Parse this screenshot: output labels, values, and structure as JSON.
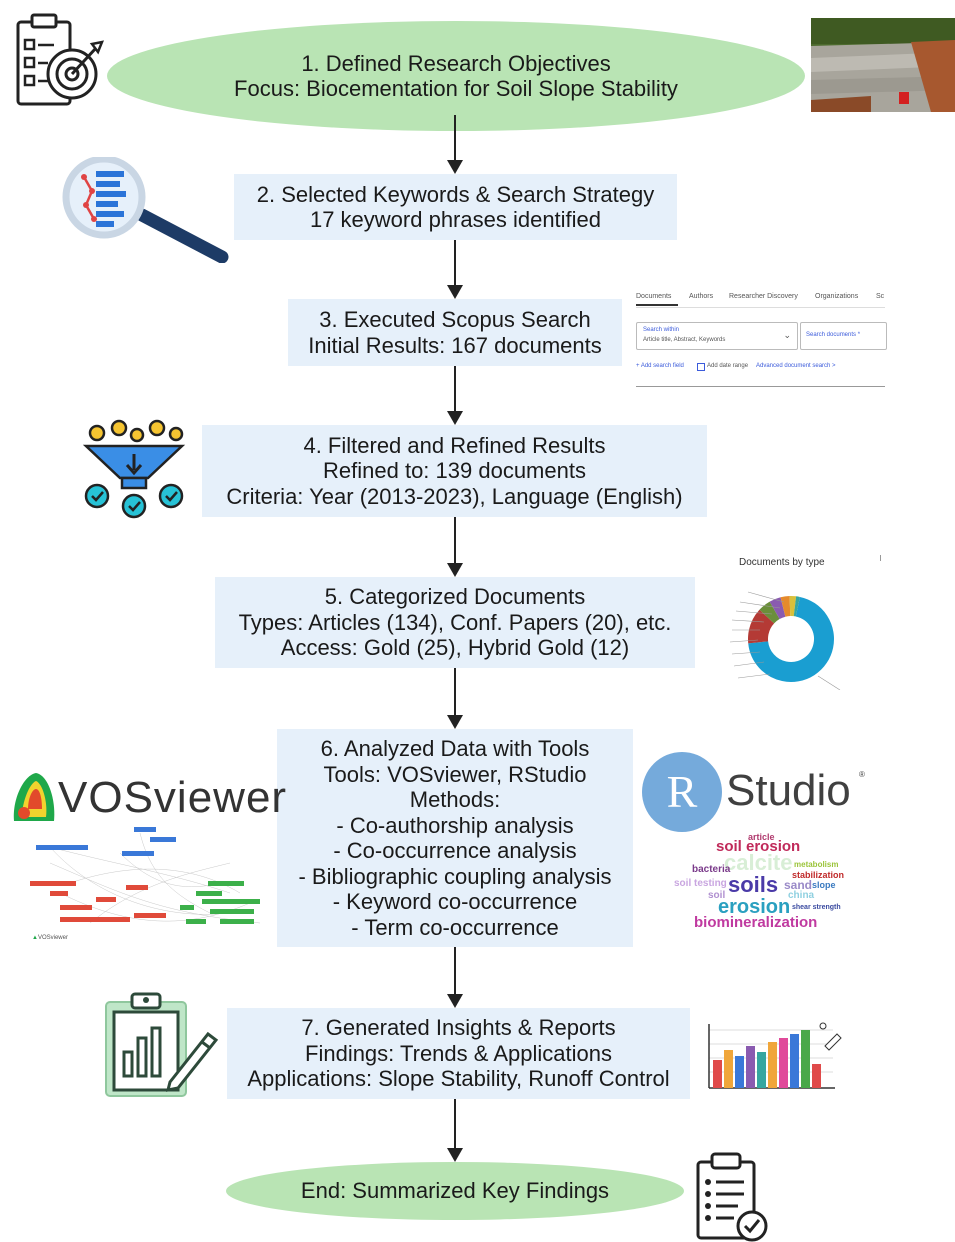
{
  "steps": [
    {
      "lines": [
        "1. Defined Research Objectives",
        "Focus: Biocementation for Soil Slope Stability"
      ]
    },
    {
      "lines": [
        "2. Selected Keywords & Search Strategy",
        "17 keyword phrases identified"
      ]
    },
    {
      "lines": [
        "3. Executed Scopus Search",
        "Initial Results: 167 documents"
      ]
    },
    {
      "lines": [
        "4. Filtered and Refined Results",
        "Refined to: 139 documents",
        "Criteria: Year (2013-2023), Language (English)"
      ]
    },
    {
      "lines": [
        "5. Categorized Documents",
        "Types: Articles (134), Conf. Papers (20), etc.",
        "Access: Gold (25), Hybrid Gold (12)"
      ]
    },
    {
      "lines": [
        "6. Analyzed Data with Tools",
        "Tools: VOSviewer, RStudio",
        "Methods:",
        "- Co-authorship analysis",
        "- Co-occurrence analysis",
        "- Bibliographic coupling analysis",
        "- Keyword co-occurrence",
        "- Term co-occurrence"
      ]
    },
    {
      "lines": [
        "7. Generated Insights & Reports",
        "Findings: Trends & Applications",
        "Applications: Slope Stability, Runoff Control"
      ]
    },
    {
      "lines": [
        "End: Summarized Key Findings"
      ]
    }
  ],
  "scopus": {
    "tabs": [
      "Documents",
      "Authors",
      "Researcher Discovery",
      "Organizations",
      "Sc"
    ],
    "search_within_label": "Search within",
    "search_within_value": "Article title, Abstract, Keywords",
    "search_placeholder": "Search documents *",
    "add_field": "+ Add search field",
    "add_date": "Add date range",
    "advanced": "Advanced document search >"
  },
  "doc_chart": {
    "title": "Documents by type"
  },
  "logos": {
    "vosviewer": "VOSviewer",
    "rstudio_r": "R",
    "rstudio_text": "Studio",
    "registered": "®"
  },
  "wordcloud": {
    "words": [
      "article",
      "soil erosion",
      "calcite",
      "soils",
      "sand",
      "slope",
      "china",
      "stabilization",
      "bacteria",
      "metabolism",
      "erosion",
      "soil testing",
      "soil",
      "shear strength",
      "biomineralization"
    ]
  },
  "colors": {
    "ellipse": "#b9e4b4",
    "box": "#e6f0fa",
    "arrow": "#222222"
  }
}
